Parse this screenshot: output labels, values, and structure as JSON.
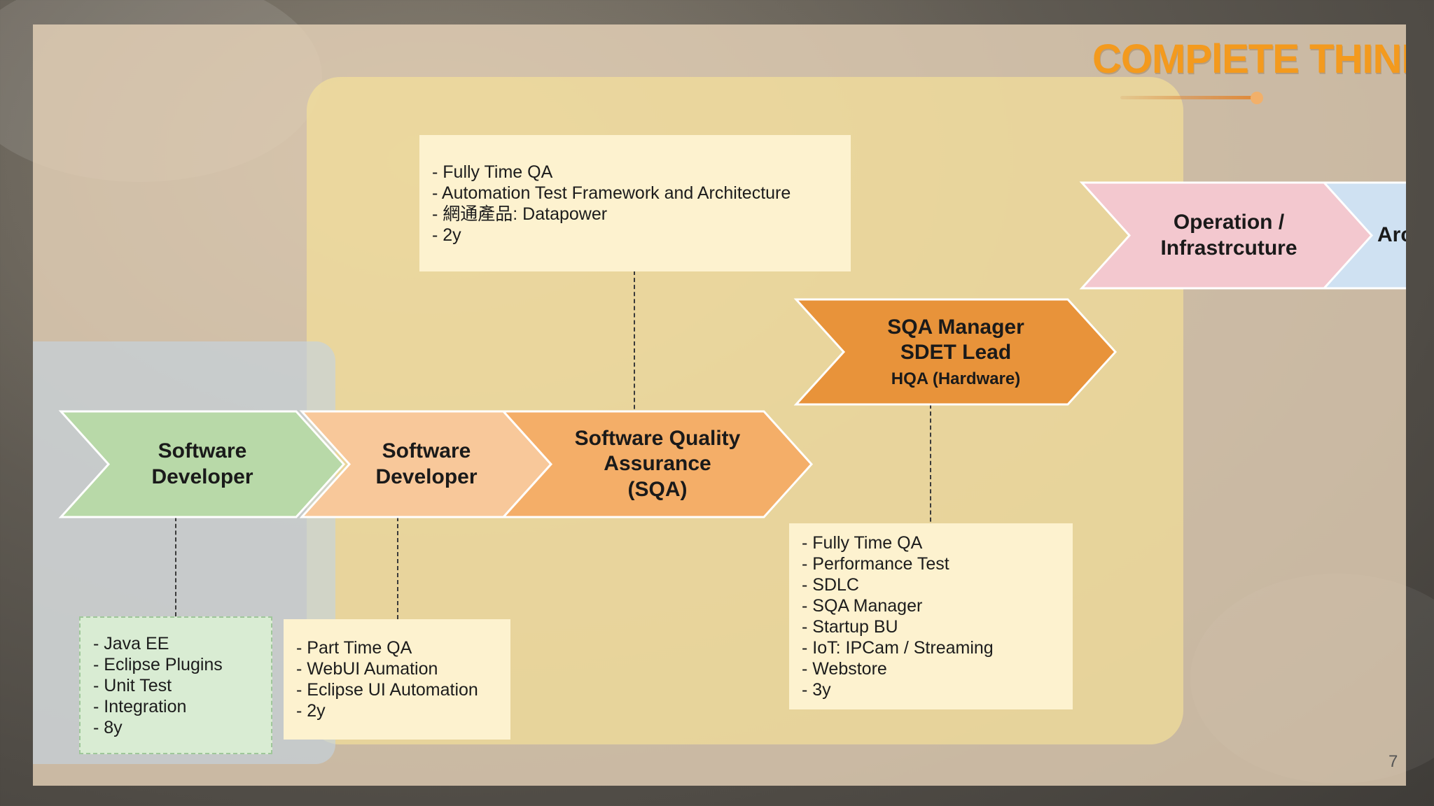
{
  "slide": {
    "page_number": "7",
    "logo_text": "COMPlETE THINK"
  },
  "colors": {
    "green": "#b8d9a8",
    "peach": "#f8c89a",
    "orange_light": "#f4ae68",
    "orange": "#e8933a",
    "pink": "#f3c8cf",
    "blue": "#cfe1f2"
  },
  "steps": [
    {
      "id": "dev1",
      "line1": "Software",
      "line2": "Developer",
      "line3": ""
    },
    {
      "id": "dev2",
      "line1": "Software",
      "line2": "Developer",
      "line3": ""
    },
    {
      "id": "sqa",
      "line1": "Software Quality",
      "line2": "Assurance",
      "line3": "(SQA)"
    },
    {
      "id": "mgr",
      "line1": "SQA Manager",
      "line2": "SDET Lead",
      "line3": "HQA (Hardware)"
    },
    {
      "id": "ops",
      "line1": "Operation /",
      "line2": "Infrastrcuture",
      "line3": ""
    },
    {
      "id": "arch",
      "line1": "Arcl",
      "line2": "",
      "line3": ""
    }
  ],
  "notes": {
    "dev1": [
      "- Java EE",
      "- Eclipse Plugins",
      "- Unit Test",
      "- Integration",
      "- 8y"
    ],
    "dev2": [
      "- Part Time QA",
      "- WebUI Aumation",
      "- Eclipse UI Automation",
      "- 2y"
    ],
    "sqa": [
      "- Fully Time QA",
      "- Automation Test Framework and  Architecture",
      "- 網通產品: Datapower",
      "- 2y"
    ],
    "mgr": [
      "- Fully Time QA",
      "- Performance Test",
      "- SDLC",
      "- SQA Manager",
      "- Startup BU",
      "- IoT: IPCam / Streaming",
      "- Webstore",
      "- 3y"
    ]
  }
}
